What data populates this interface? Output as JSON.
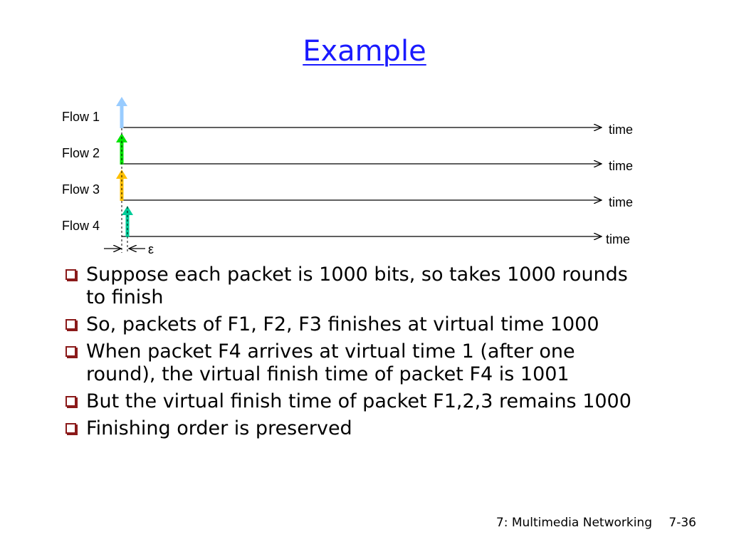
{
  "slide": {
    "title": "Example"
  },
  "diagram": {
    "flows": [
      {
        "label": "Flow 1",
        "axis_label": "time",
        "arrow_color": "#99ccff"
      },
      {
        "label": "Flow 2",
        "axis_label": "time",
        "arrow_color": "#00e400"
      },
      {
        "label": "Flow 3",
        "axis_label": "time",
        "arrow_color": "#ffc000"
      },
      {
        "label": "Flow 4",
        "axis_label": "time",
        "arrow_color": "#00cc99"
      }
    ],
    "epsilon_label": "ε"
  },
  "bullets": [
    "Suppose each packet is 1000 bits, so takes 1000 rounds to finish",
    "So, packets of F1, F2, F3 finishes at virtual time 1000",
    "When packet F4 arrives at virtual time 1 (after one round), the virtual finish time of packet F4 is 1001",
    "But the virtual finish time of packet F1,2,3 remains 1000",
    "Finishing order is preserved"
  ],
  "footer": {
    "chapter": "7: Multimedia Networking",
    "page": "7-36"
  },
  "colors": {
    "title": "#1a1aff",
    "bullet_marker": "#8b1a1a"
  }
}
